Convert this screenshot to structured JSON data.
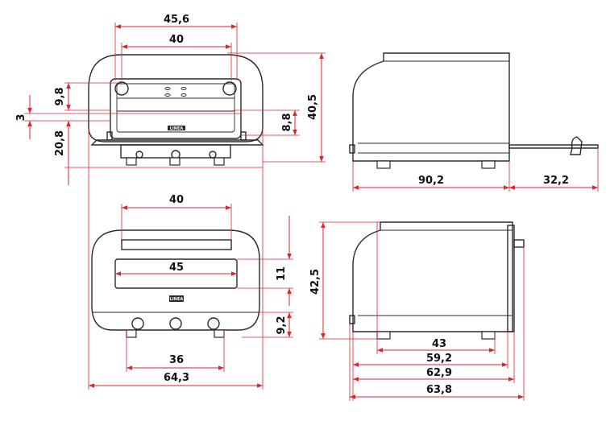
{
  "front_view_open": {
    "dimensions": {
      "width_outer": "45,6",
      "width_inner": "40",
      "height_total": "40,5",
      "handle_height": "9,8",
      "gap": "3",
      "lower_height": "20,8",
      "tray_height": "8,8"
    },
    "brand_badge": "LINEA"
  },
  "side_view_open": {
    "dimensions": {
      "depth": "90,2",
      "extension": "32,2"
    }
  },
  "front_view_closed": {
    "dimensions": {
      "top_width": "40",
      "window_width": "45",
      "window_height": "11",
      "knob_height": "9,2",
      "feet_spacing": "36",
      "total_width": "64,3"
    },
    "brand_badge": "LINEA"
  },
  "side_view_closed": {
    "dimensions": {
      "height": "42,5",
      "feet_spacing": "43",
      "depth_body": "59,2",
      "depth_door": "62,9",
      "depth_total": "63,8"
    }
  },
  "colors": {
    "dimension_lines": "#d7262d",
    "outline": "#2a2a2a",
    "text": "#111111"
  }
}
